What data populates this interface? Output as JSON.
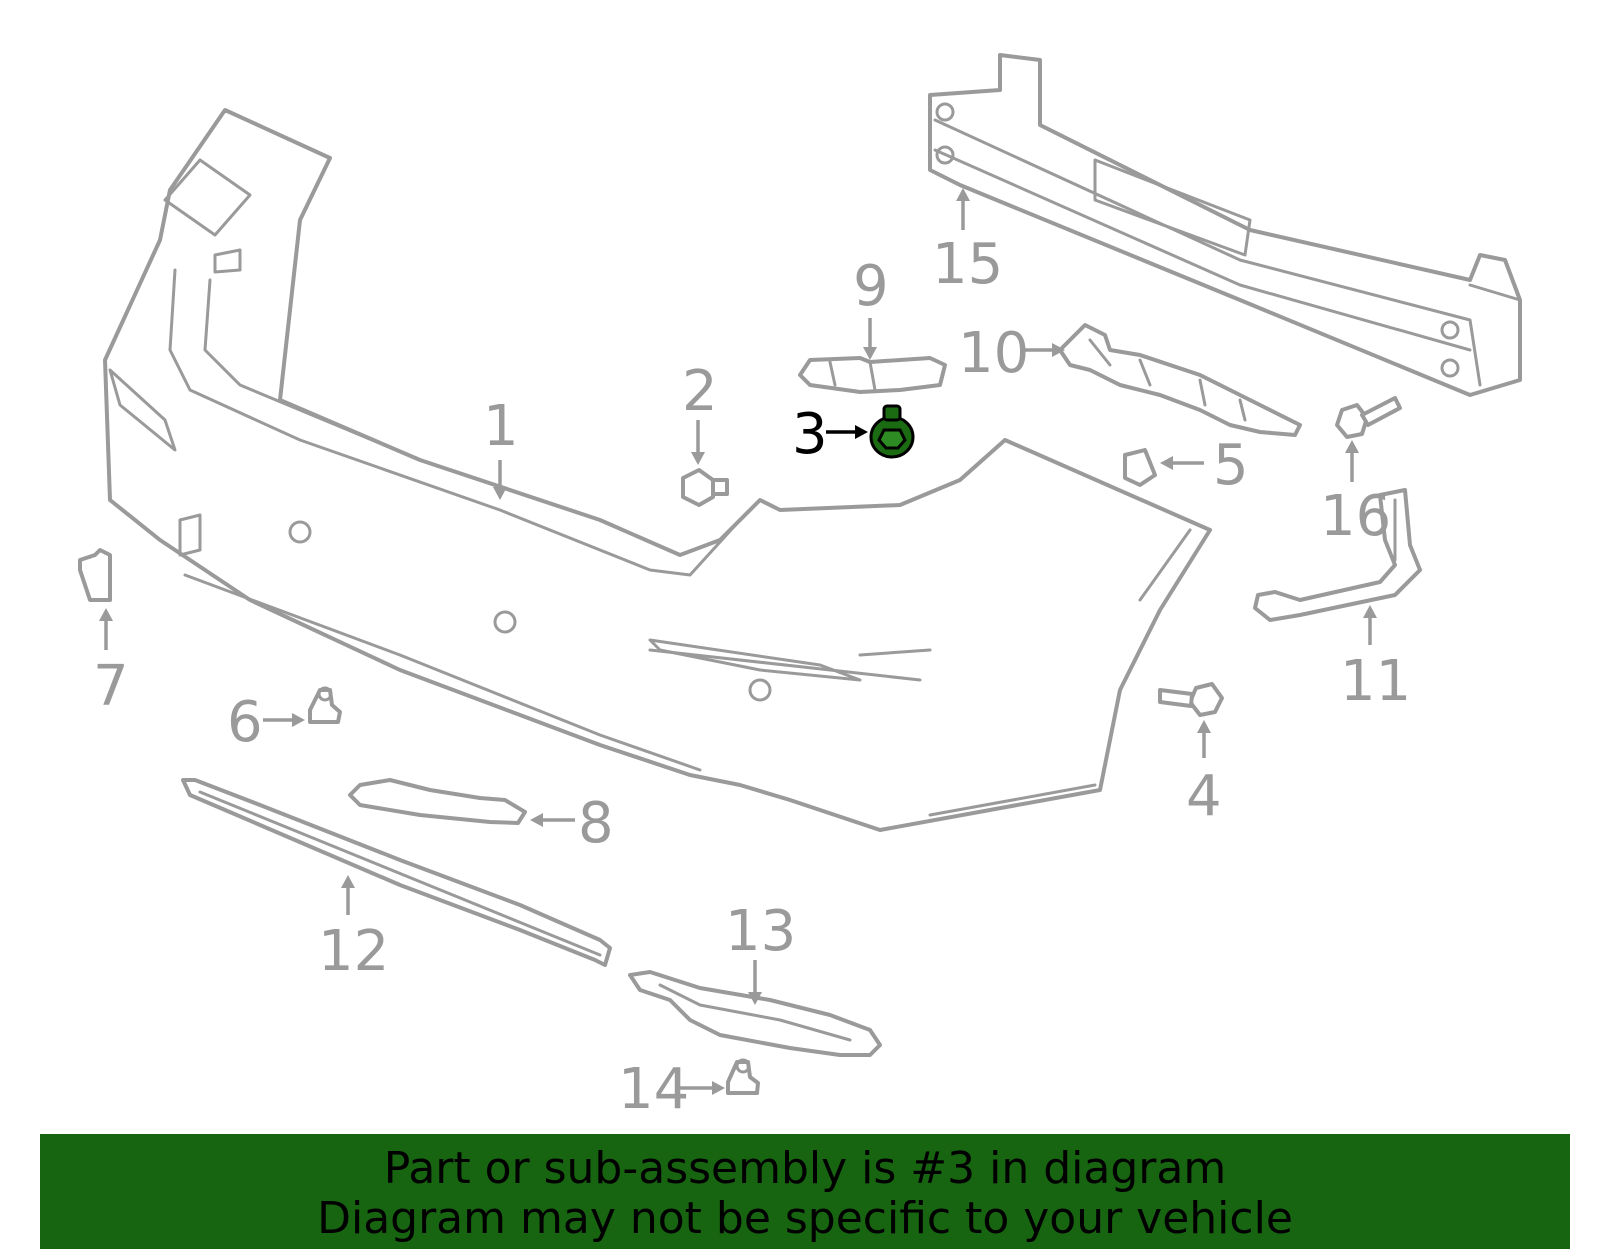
{
  "colors": {
    "part_outline": "#9a9a9a",
    "highlight_fill": "#1a6b12",
    "banner_bg": "#176411",
    "label_highlight": "#000000"
  },
  "callouts": {
    "c1": "1",
    "c2": "2",
    "c3": "3",
    "c4": "4",
    "c5": "5",
    "c6": "6",
    "c7": "7",
    "c8": "8",
    "c9": "9",
    "c10": "10",
    "c11": "11",
    "c12": "12",
    "c13": "13",
    "c14": "14",
    "c15": "15",
    "c16": "16"
  },
  "highlighted_part": "3",
  "banner": {
    "line1": "Part or sub-assembly is #3 in diagram",
    "line2": "Diagram may not be specific to your vehicle"
  }
}
